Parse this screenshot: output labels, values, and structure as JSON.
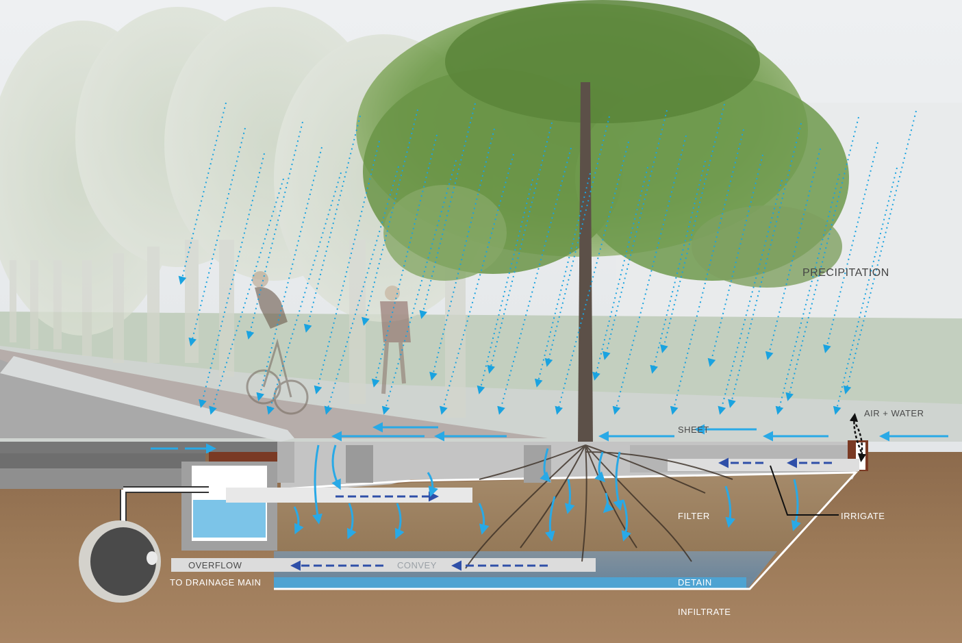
{
  "labels": {
    "precipitation": "PRECIPITATION",
    "air_water": "AIR + WATER",
    "sheet": "SHEET",
    "filter": "FILTER",
    "irrigate": "IRRIGATE",
    "overflow": "OVERFLOW",
    "convey": "CONVEY",
    "to_drainage_main": "TO DRAINAGE MAIN",
    "detain": "DETAIN",
    "infiltrate": "INFILTRATE"
  },
  "colors": {
    "rain": "#1aa3e0",
    "flow_arrow": "#29a9e6",
    "subsurface_arrow": "#2f4fa8",
    "soil": "#9a7a5a",
    "gravel": "#bdbdbd",
    "detain_band": "#5a8fb8",
    "sky": "#e6e8ea",
    "grass": "#b7c7b5"
  }
}
